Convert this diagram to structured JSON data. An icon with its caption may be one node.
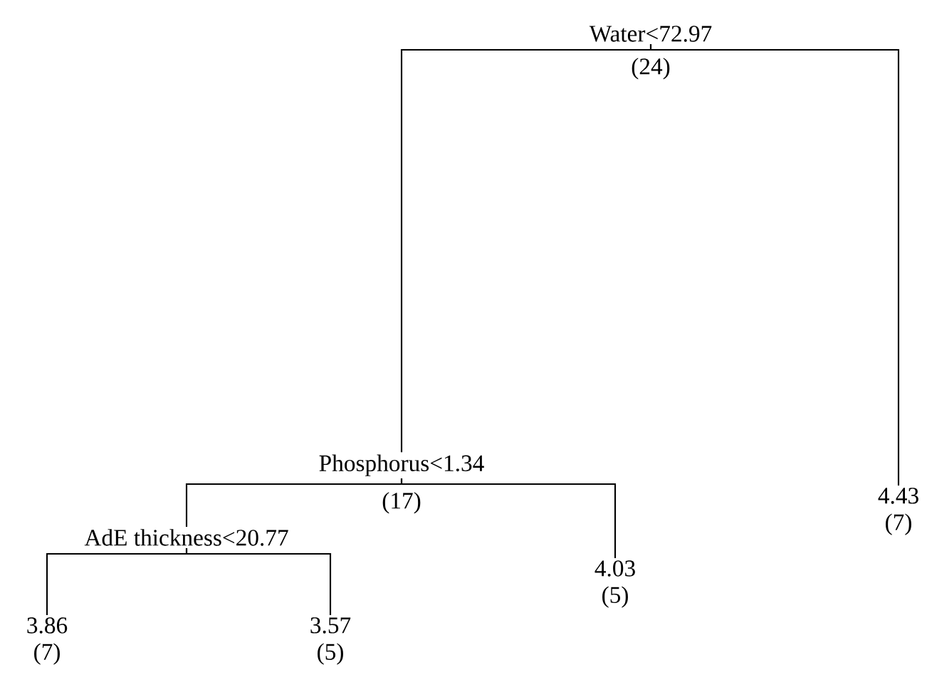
{
  "diagram": {
    "nodes": [
      {
        "text": [
          "Water<72.97",
          "(24)"
        ]
      },
      {
        "text": [
          "Phosphorus<1.34",
          "(17)"
        ]
      },
      {
        "text": [
          "AdE thickness<20.77"
        ]
      },
      {
        "text": [
          "3.86",
          "(7)"
        ]
      },
      {
        "text": [
          "3.57",
          "(5)"
        ]
      },
      {
        "text": [
          "4.03",
          "(5)"
        ]
      },
      {
        "text": [
          "4.43",
          "(7)"
        ]
      }
    ],
    "edges": [
      {
        "from": 0,
        "to": 1,
        "arrow": "none"
      },
      {
        "from": 0,
        "to": 6,
        "arrow": "none"
      },
      {
        "from": 1,
        "to": 2,
        "arrow": "none"
      },
      {
        "from": 1,
        "to": 5,
        "arrow": "none"
      },
      {
        "from": 2,
        "to": 3,
        "arrow": "none"
      },
      {
        "from": 2,
        "to": 4,
        "arrow": "none"
      }
    ]
  }
}
